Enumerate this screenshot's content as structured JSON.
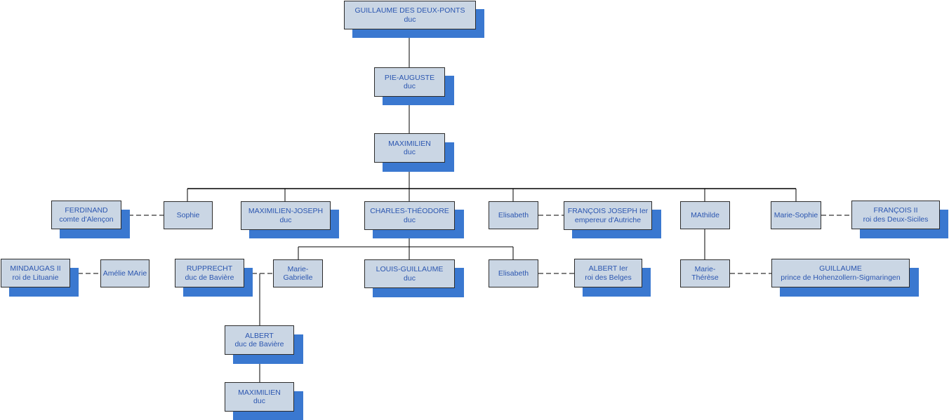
{
  "persons": {
    "guillaume_deux_ponts": {
      "name": "GUILLAUME DES DEUX-PONTS",
      "title": "duc"
    },
    "pie_auguste": {
      "name": "PIE-AUGUSTE",
      "title": "duc"
    },
    "maximilien_1": {
      "name": "MAXIMILIEN",
      "title": "duc"
    },
    "ferdinand": {
      "name": "FERDINAND",
      "title": "comte d'Alençon"
    },
    "sophie": {
      "name": "Sophie",
      "title": ""
    },
    "maximilien_joseph": {
      "name": "MAXIMILIEN-JOSEPH",
      "title": "duc"
    },
    "charles_theodore": {
      "name": "CHARLES-THÉODORE",
      "title": "duc"
    },
    "elisabeth_1": {
      "name": "Elisabeth",
      "title": ""
    },
    "francois_joseph": {
      "name": "FRANÇOIS JOSEPH Ier",
      "title": "empereur d'Autriche"
    },
    "mathilde": {
      "name": "MAthilde",
      "title": ""
    },
    "marie_sophie": {
      "name": "Marie-Sophie",
      "title": ""
    },
    "francois_ii": {
      "name": "FRANÇOIS II",
      "title": "roi des Deux-Siciles"
    },
    "mindaugas": {
      "name": "MINDAUGAS II",
      "title": "roi de Lituanie"
    },
    "amelie_marie": {
      "name": "Amélie MArie",
      "title": ""
    },
    "rupprecht": {
      "name": "RUPPRECHT",
      "title": "duc de Bavière"
    },
    "marie_gabrielle": {
      "name": "Marie-",
      "title": "Gabrielle"
    },
    "louis_guillaume": {
      "name": "LOUIS-GUILLAUME",
      "title": "duc"
    },
    "elisabeth_2": {
      "name": "Elisabeth",
      "title": ""
    },
    "albert_belges": {
      "name": "ALBERT Ier",
      "title": "roi des Belges"
    },
    "marie_therese": {
      "name": "Marie-",
      "title": "Thérèse"
    },
    "guillaume_hohenzollern": {
      "name": "GUILLAUME",
      "title": "prince de Hohenzollern-Sigmaringen"
    },
    "albert_baviere": {
      "name": "ALBERT",
      "title": "duc de Bavière"
    },
    "maximilien_2": {
      "name": "MAXIMILIEN",
      "title": "duc"
    }
  },
  "colors": {
    "box_fill": "#cad6e4",
    "box_shadow": "#3a78d0",
    "text": "#2b56b0",
    "line": "#000000",
    "marriage_line": "#555555"
  }
}
